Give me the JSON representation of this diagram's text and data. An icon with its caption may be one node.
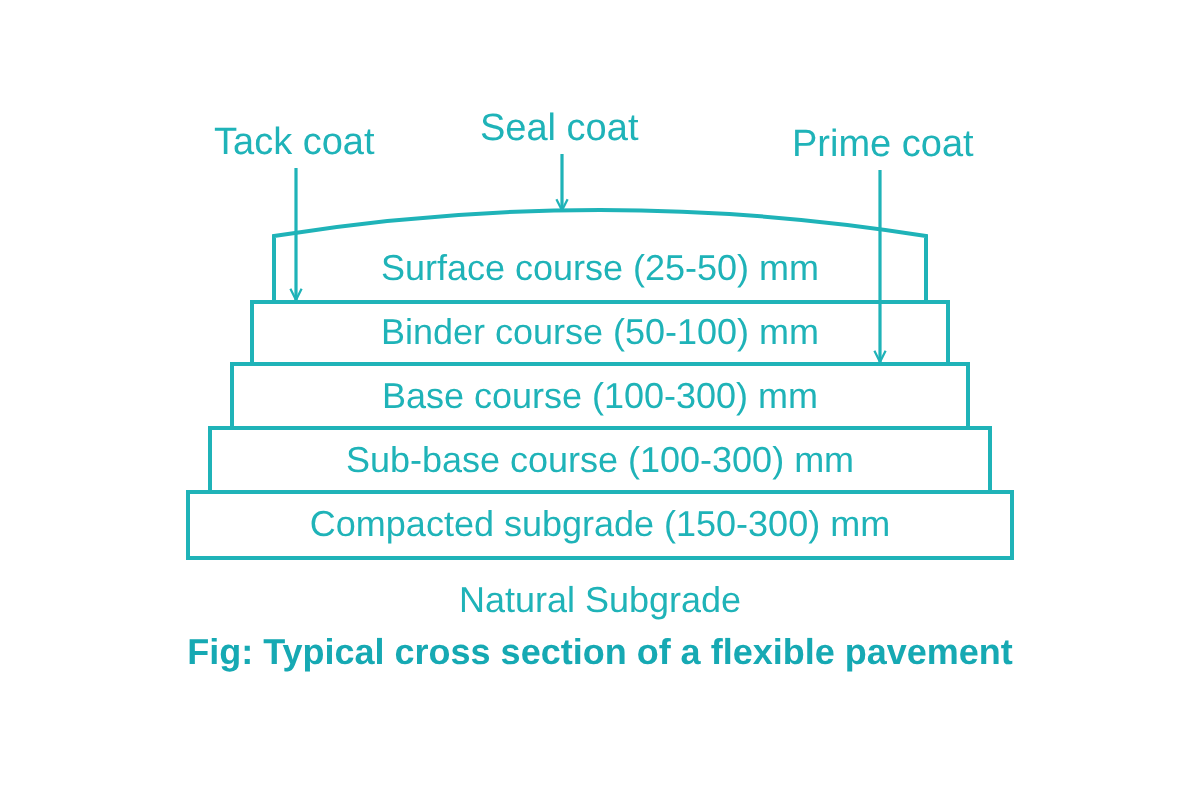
{
  "diagram": {
    "caption": "Fig: Typical cross section of a flexible pavement",
    "nodes": [
      {
        "text": [
          "Tack coat"
        ]
      },
      {
        "text": [
          "Seal coat"
        ]
      },
      {
        "text": [
          "Prime coat"
        ]
      },
      {
        "text": [
          "Surface course (25-50) mm"
        ]
      },
      {
        "text": [
          "Binder course (50-100) mm"
        ]
      },
      {
        "text": [
          "Base course (100-300) mm"
        ]
      },
      {
        "text": [
          "Sub-base course (100-300) mm"
        ]
      },
      {
        "text": [
          "Compacted subgrade (150-300) mm"
        ]
      }
    ],
    "edges": [
      {
        "from": 0,
        "to": 4,
        "arrow": "to"
      },
      {
        "from": 1,
        "to": 3,
        "arrow": "to"
      },
      {
        "from": 2,
        "to": 5,
        "arrow": "to"
      }
    ],
    "labels": [
      "Natural Subgrade"
    ]
  }
}
